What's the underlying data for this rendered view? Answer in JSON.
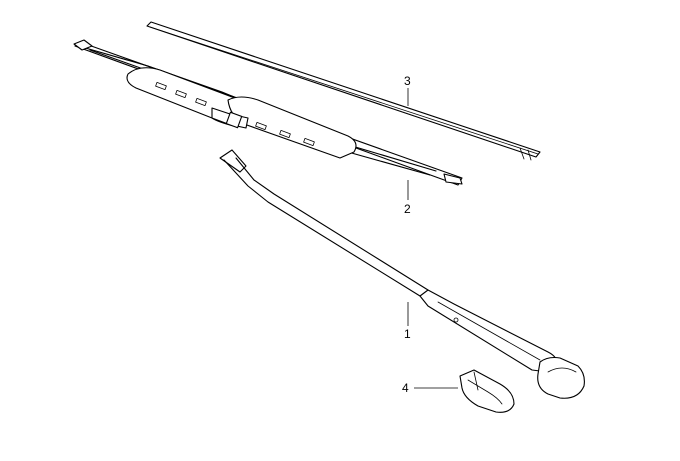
{
  "parts": [
    {
      "key": "arm",
      "number": "1"
    },
    {
      "key": "blade",
      "number": "2"
    },
    {
      "key": "rubber",
      "number": "3"
    },
    {
      "key": "cap",
      "number": "4"
    }
  ]
}
